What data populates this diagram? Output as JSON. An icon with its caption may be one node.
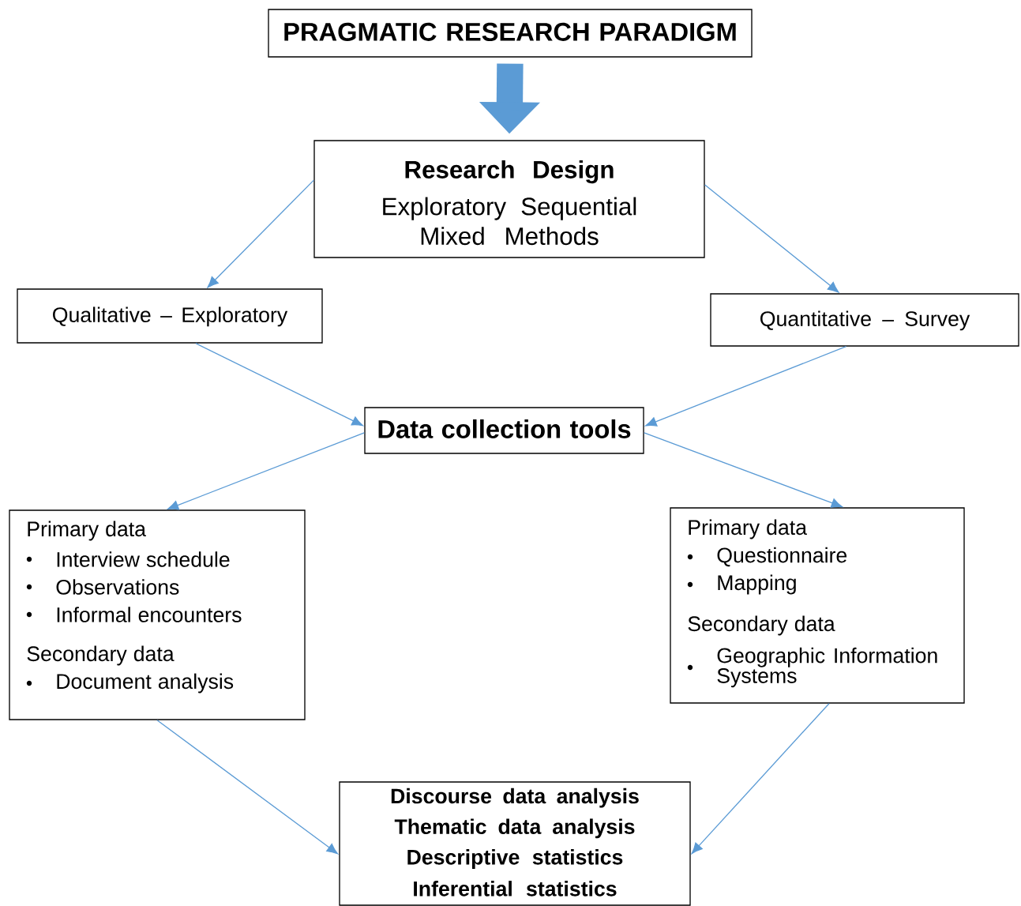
{
  "diagram": {
    "nodes": [
      {
        "text": [
          "PRAGMATIC RESEARCH PARADIGM"
        ]
      },
      {
        "text": [
          "Research Design",
          "Exploratory Sequential Mixed Methods"
        ]
      },
      {
        "text": [
          "Qualitative – Exploratory"
        ]
      },
      {
        "text": [
          "Quantitative – Survey"
        ]
      },
      {
        "text": [
          "Data collection tools"
        ]
      },
      {
        "text": [
          "Primary data",
          "Interview schedule",
          "Observations",
          "Informal encounters",
          "Secondary data",
          "Document analysis"
        ]
      },
      {
        "text": [
          "Primary data",
          "Questionnaire",
          "Mapping",
          "Secondary data",
          "Geographic Information Systems"
        ]
      },
      {
        "text": [
          "Discourse data analysis",
          "Thematic data analysis",
          "Descriptive statistics",
          "Inferential statistics"
        ]
      }
    ],
    "edges": [
      {
        "from": 0,
        "to": 1,
        "arrow": "to",
        "style": "thick"
      },
      {
        "from": 1,
        "to": 2,
        "arrow": "to"
      },
      {
        "from": 1,
        "to": 3,
        "arrow": "to"
      },
      {
        "from": 2,
        "to": 4,
        "arrow": "to"
      },
      {
        "from": 3,
        "to": 4,
        "arrow": "to"
      },
      {
        "from": 4,
        "to": 5,
        "arrow": "to"
      },
      {
        "from": 4,
        "to": 6,
        "arrow": "to"
      },
      {
        "from": 5,
        "to": 7,
        "arrow": "to"
      },
      {
        "from": 6,
        "to": 7,
        "arrow": "to"
      }
    ]
  }
}
